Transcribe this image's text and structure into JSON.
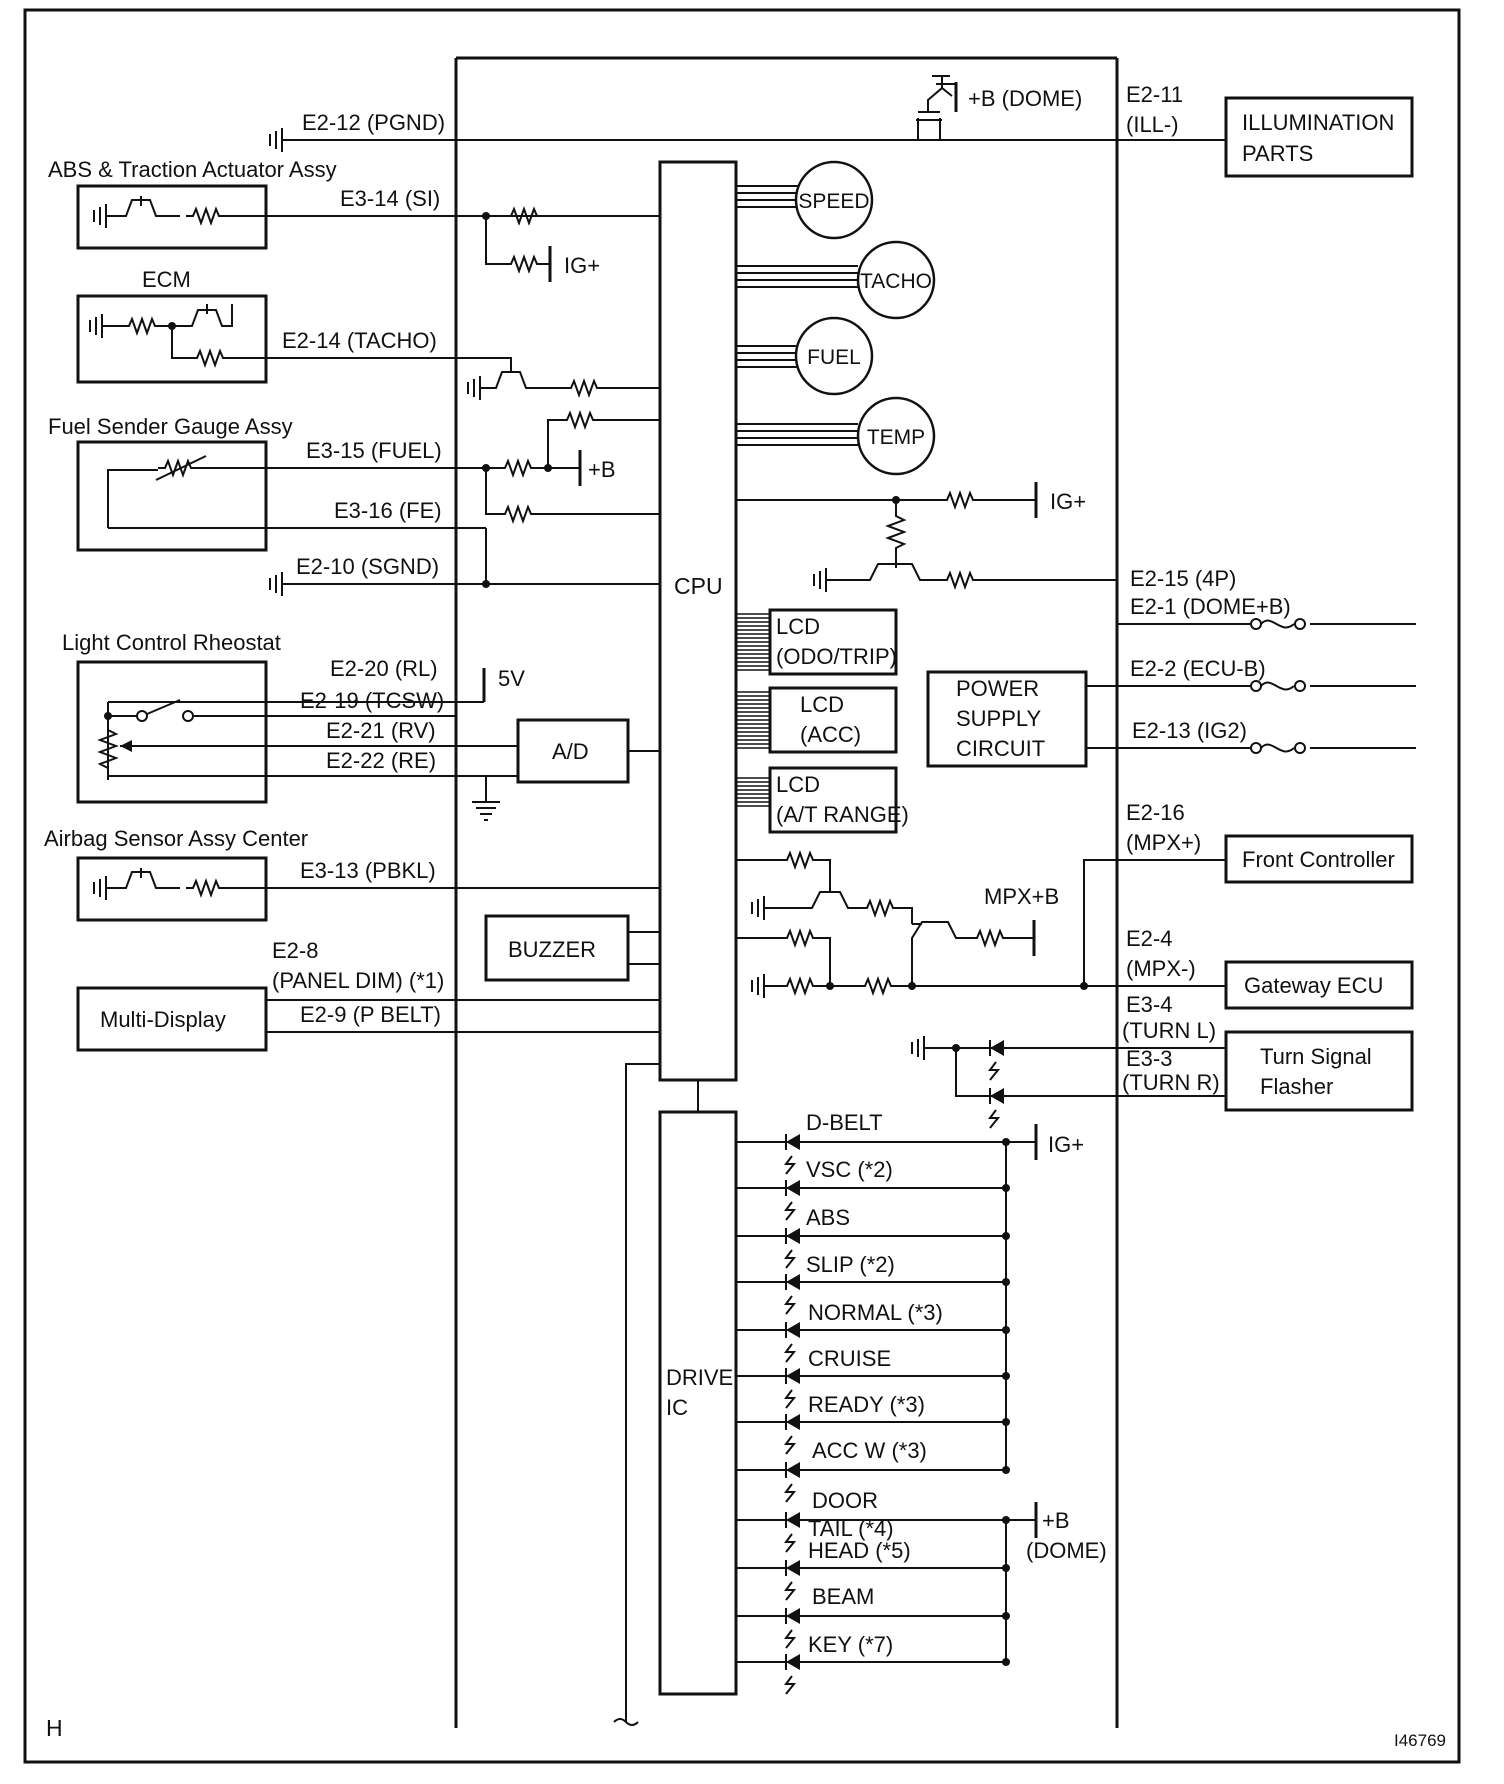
{
  "frame": {
    "corner_letter": "H",
    "figure_code": "I46769"
  },
  "components": {
    "abs_traction": "ABS & Traction Actuator Assy",
    "ecm": "ECM",
    "fuel_sender": "Fuel Sender Gauge Assy",
    "light_rheostat": "Light Control Rheostat",
    "airbag_sensor": "Airbag Sensor Assy Center",
    "multi_display": "Multi-Display",
    "illumination": [
      "ILLUMINATION",
      "PARTS"
    ],
    "front_controller": "Front Controller",
    "gateway_ecu": "Gateway ECU",
    "turn_signal": [
      "Turn Signal",
      "Flasher"
    ]
  },
  "internal": {
    "cpu": "CPU",
    "drive_ic": [
      "DRIVE",
      "IC"
    ],
    "ad": "A/D",
    "buzzer": "BUZZER",
    "power_supply": [
      "POWER",
      "SUPPLY",
      "CIRCUIT"
    ],
    "lcd_odo": [
      "LCD",
      "(ODO/TRIP)"
    ],
    "lcd_acc": [
      "LCD",
      "(ACC)"
    ],
    "lcd_at": [
      "LCD",
      "(A/T RANGE)"
    ]
  },
  "gauges": [
    "SPEED",
    "TACHO",
    "FUEL",
    "TEMP"
  ],
  "pins_left": {
    "pgnd": "E2-12 (PGND)",
    "si": "E3-14 (SI)",
    "tacho": "E2-14 (TACHO)",
    "fuel": "E3-15 (FUEL)",
    "fe": "E3-16 (FE)",
    "sgnd": "E2-10 (SGND)",
    "rl": "E2-20 (RL)",
    "tcsw": "E2-19 (TCSW)",
    "rv": "E2-21 (RV)",
    "re": "E2-22 (RE)",
    "pbkl": "E3-13 (PBKL)",
    "panel_dim": [
      "E2-8",
      "(PANEL DIM) (*1)"
    ],
    "pbelt": "E2-9 (P BELT)"
  },
  "pins_right": {
    "ill": [
      "E2-11",
      "(ILL-)"
    ],
    "p4": "E2-15 (4P)",
    "dome_b": "E2-1 (DOME+B)",
    "ecu_b": "E2-2  (ECU-B)",
    "ig2": "E2-13 (IG2)",
    "mpx_plus": [
      "E2-16",
      "(MPX+)"
    ],
    "mpx_minus": [
      "E2-4",
      "(MPX-)"
    ],
    "turn_l": [
      "E3-4",
      "(TURN L)"
    ],
    "turn_r": [
      "E3-3",
      "(TURN R)"
    ]
  },
  "supplies": {
    "b_dome": "+B (DOME)",
    "ig_plus": "IG+",
    "plus_b": "+B",
    "five_v": "5V",
    "mpx_b": "MPX+B",
    "b_dome_stack": [
      "+B",
      "(DOME)"
    ]
  },
  "indicators": [
    "D-BELT",
    "VSC (*2)",
    "ABS",
    "SLIP (*2)",
    "NORMAL (*3)",
    "CRUISE",
    "READY (*3)",
    "ACC W (*3)",
    "DOOR",
    "TAIL (*4)",
    "HEAD (*5)",
    "BEAM",
    "KEY (*7)"
  ]
}
